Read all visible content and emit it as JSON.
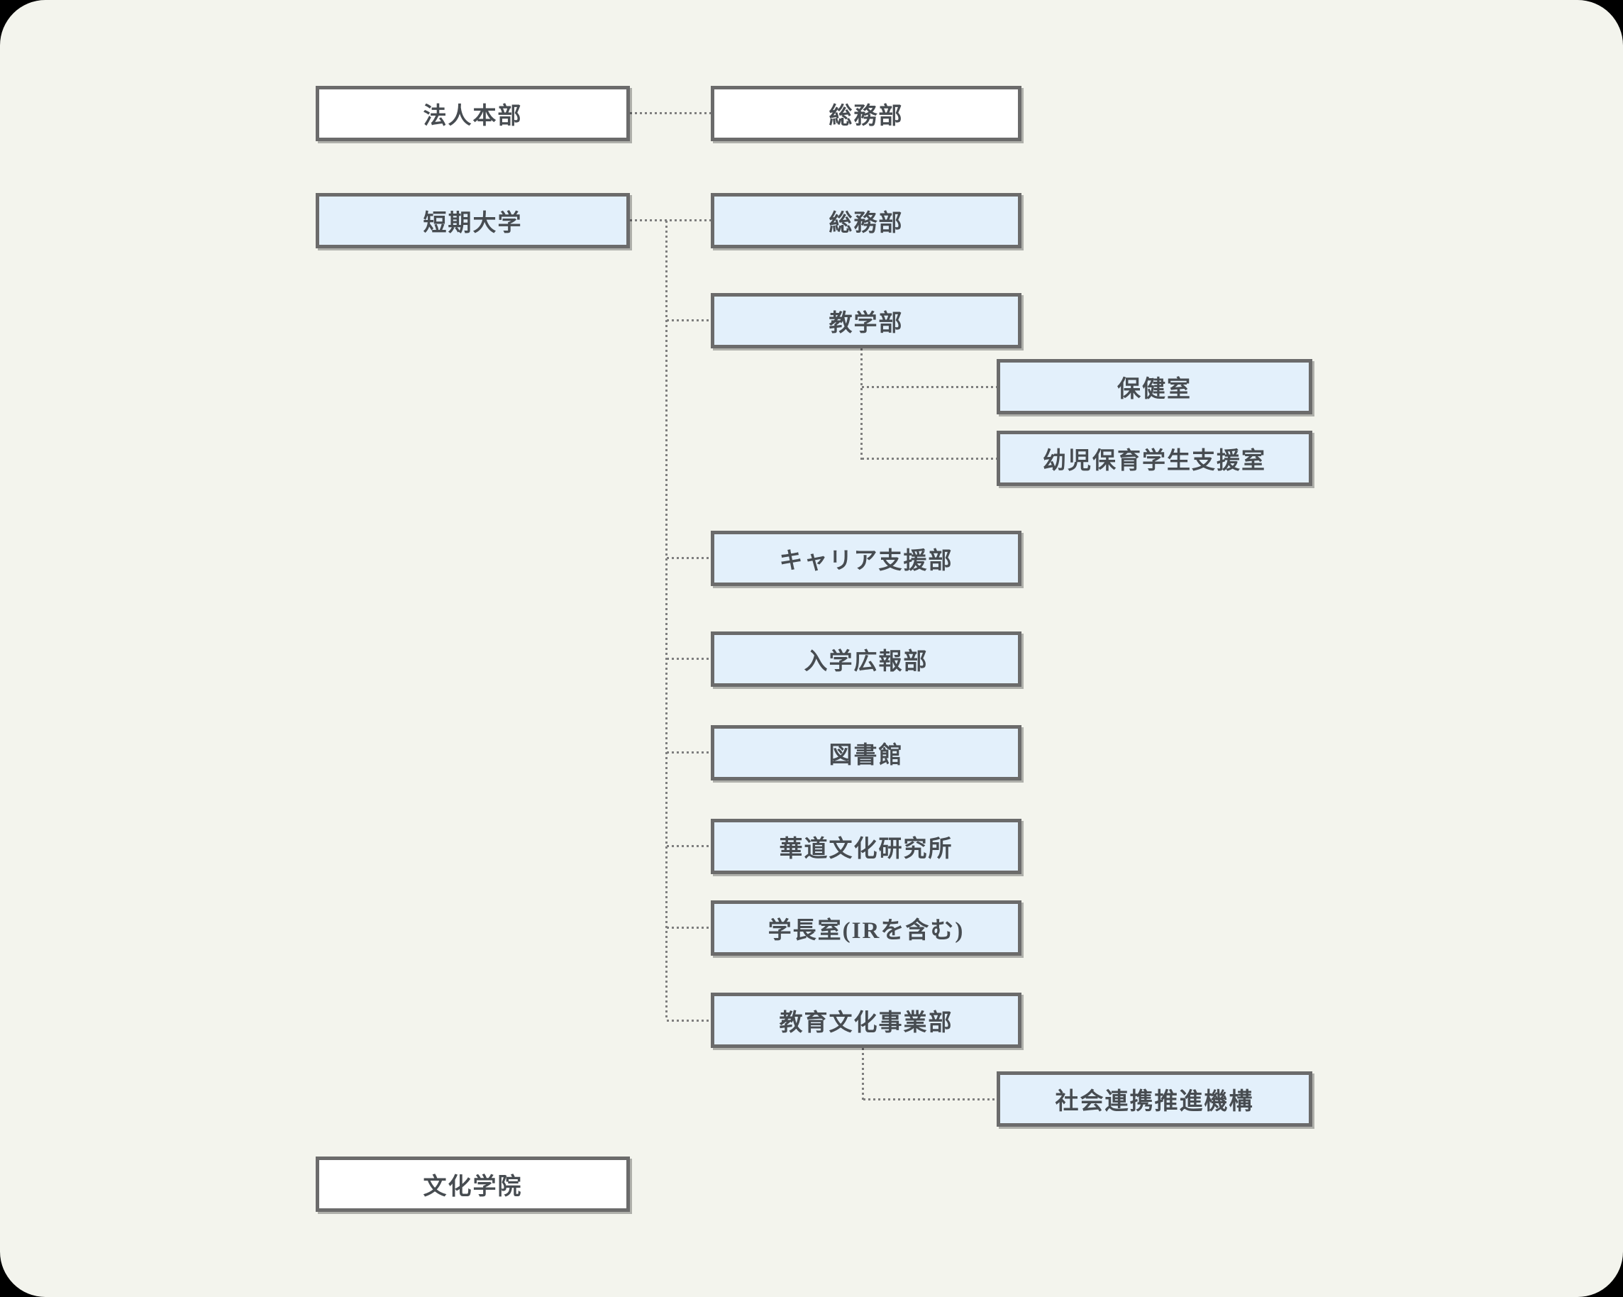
{
  "palette": {
    "page_bg": "#f3f4ed",
    "box_border": "#6b6b6b",
    "box_fill_blue": "#e3f0fb",
    "box_fill_white": "#ffffff",
    "text_color": "#474c51",
    "connector_color": "#7e7e7e"
  },
  "nodes": {
    "corporate_hq": {
      "label": "法人本部"
    },
    "general_affairs_corp": {
      "label": "総務部"
    },
    "junior_college": {
      "label": "短期大学"
    },
    "general_affairs_college": {
      "label": "総務部"
    },
    "academic_affairs": {
      "label": "教学部"
    },
    "health_room": {
      "label": "保健室"
    },
    "childcare_student_support": {
      "label": "幼児保育学生支援室"
    },
    "career_support": {
      "label": "キャリア支援部"
    },
    "admissions_pr": {
      "label": "入学広報部"
    },
    "library": {
      "label": "図書館"
    },
    "ikebana_research": {
      "label": "華道文化研究所"
    },
    "presidents_office": {
      "label": "学長室(IRを含む)"
    },
    "education_culture_div": {
      "label": "教育文化事業部"
    },
    "social_collaboration": {
      "label": "社会連携推進機構"
    },
    "culture_academy": {
      "label": "文化学院"
    }
  }
}
